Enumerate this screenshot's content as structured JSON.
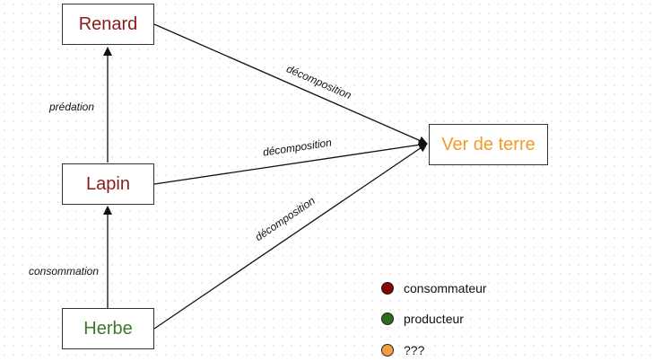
{
  "nodes": {
    "renard": {
      "label": "Renard",
      "role": "consommateur"
    },
    "lapin": {
      "label": "Lapin",
      "role": "consommateur"
    },
    "herbe": {
      "label": "Herbe",
      "role": "producteur"
    },
    "ver": {
      "label": "Ver de terre",
      "role": "???"
    }
  },
  "edges": [
    {
      "from": "lapin",
      "to": "renard",
      "label": "prédation"
    },
    {
      "from": "herbe",
      "to": "lapin",
      "label": "consommation"
    },
    {
      "from": "renard",
      "to": "ver",
      "label": "décomposition"
    },
    {
      "from": "lapin",
      "to": "ver",
      "label": "décomposition"
    },
    {
      "from": "herbe",
      "to": "ver",
      "label": "décomposition"
    }
  ],
  "legend": [
    {
      "label": "consommateur",
      "color": "#8b0000"
    },
    {
      "label": "producteur",
      "color": "#2e6b1f"
    },
    {
      "label": "???",
      "color": "#f0a040"
    }
  ],
  "colors": {
    "consommateur": "#8b1a1a",
    "producteur": "#3a7a28",
    "???": "#f39a27",
    "stroke": "#111111"
  }
}
